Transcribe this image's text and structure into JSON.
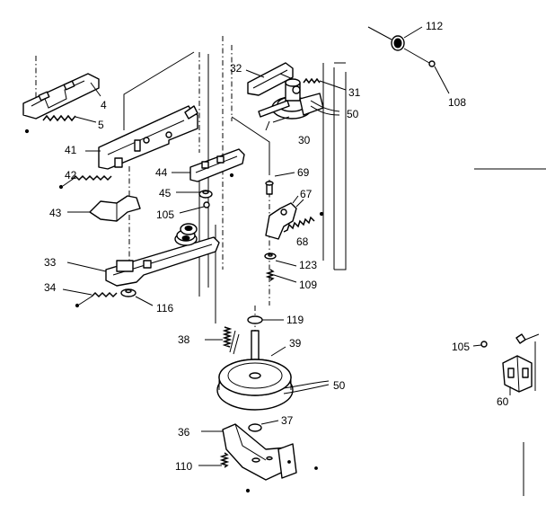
{
  "callouts": {
    "c4": "4",
    "c5": "5",
    "c41": "41",
    "c42": "42",
    "c43": "43",
    "c33": "33",
    "c34": "34",
    "c116": "116",
    "c44": "44",
    "c45": "45",
    "c105a": "105",
    "c32": "32",
    "c31": "31",
    "c50a": "50",
    "c30": "30",
    "c69": "69",
    "c67": "67",
    "c68": "68",
    "c123": "123",
    "c109": "109",
    "c119": "119",
    "c38": "38",
    "c39": "39",
    "c50b": "50",
    "c36": "36",
    "c37": "37",
    "c110": "110",
    "c112": "112",
    "c108": "108",
    "c105b": "105",
    "c60": "60"
  }
}
